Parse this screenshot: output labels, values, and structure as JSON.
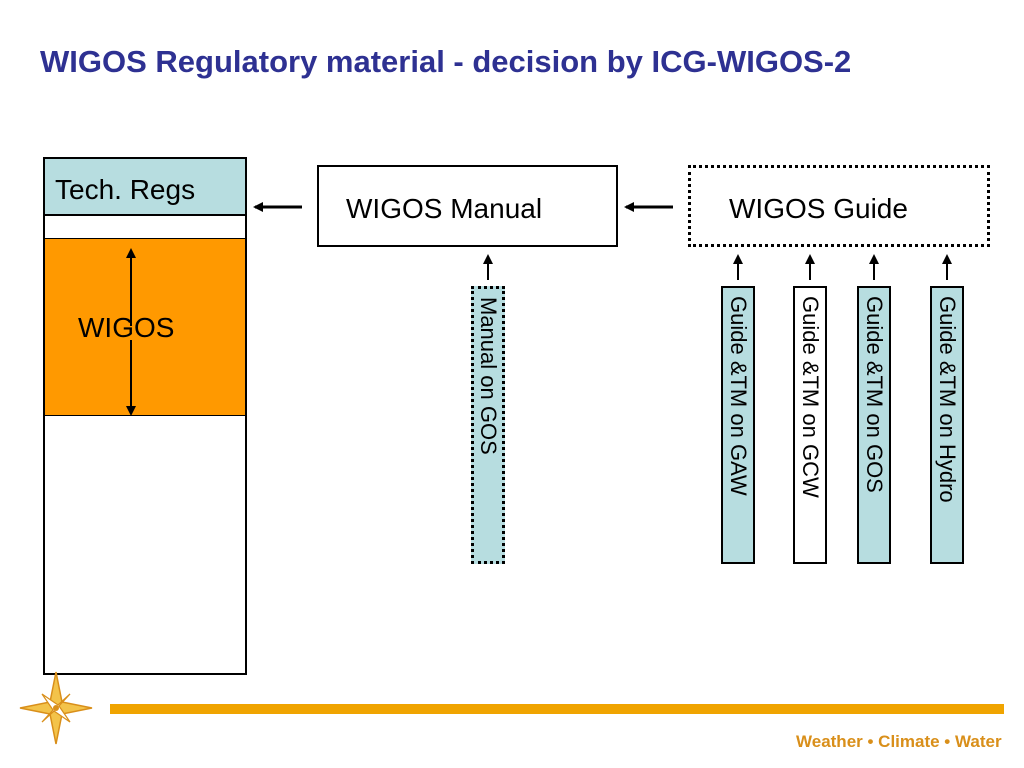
{
  "title": "WIGOS Regulatory material - decision by ICG-WIGOS-2",
  "left_column": {
    "header": "Tech. Regs",
    "section": "WIGOS"
  },
  "manual_box": "WIGOS Manual",
  "guide_box": "WIGOS Guide",
  "manual_sources": [
    "Manual on GOS"
  ],
  "guide_sources": [
    "Guide &TM on GAW",
    "Guide &TM on GCW",
    "Guide &TM on GOS",
    "Guide &TM on Hydro"
  ],
  "footer": {
    "brand": "Weather • Climate • Water"
  },
  "colors": {
    "title": "#2e3192",
    "tech_regs_fill": "#b7dde0",
    "wigos_fill": "#ff9900",
    "source_fill": "#b7dde0",
    "footer_bar": "#f0a400"
  }
}
